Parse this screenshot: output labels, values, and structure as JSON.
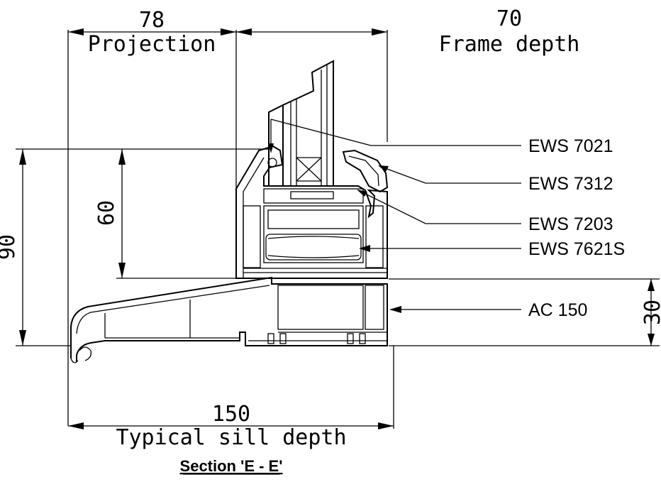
{
  "dimensions": {
    "projection": {
      "value": "78",
      "label": "Projection"
    },
    "frame_depth": {
      "value": "70",
      "label": "Frame depth"
    },
    "sill_depth": {
      "value": "150",
      "label": "Typical sill depth"
    },
    "height_90": {
      "value": "90"
    },
    "height_60": {
      "value": "60"
    },
    "height_30": {
      "value": "30"
    }
  },
  "callouts": [
    {
      "code": "EWS 7021"
    },
    {
      "code": "EWS 7312"
    },
    {
      "code": "EWS 7203"
    },
    {
      "code": "EWS 7621S"
    },
    {
      "code": "AC 150"
    }
  ],
  "caption": "Section 'E - E'"
}
